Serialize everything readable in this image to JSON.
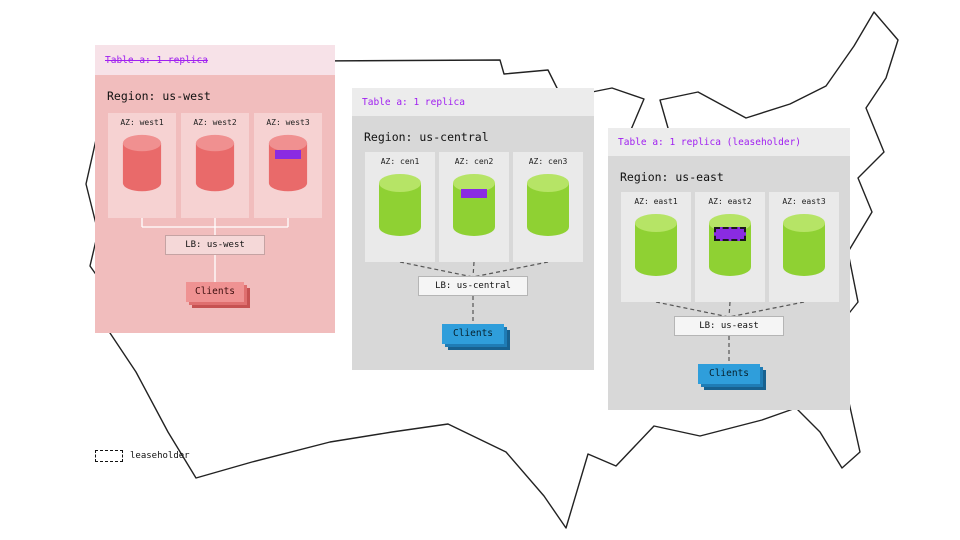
{
  "legend": {
    "label": "leaseholder"
  },
  "regions": [
    {
      "name": "us-west",
      "table_label": "Table a: 1 replica",
      "table_struck": true,
      "region_label": "Region: us-west",
      "azs": [
        {
          "label": "AZ: west1",
          "has_replica": false,
          "leaseholder": false
        },
        {
          "label": "AZ: west2",
          "has_replica": false,
          "leaseholder": false
        },
        {
          "label": "AZ: west3",
          "has_replica": true,
          "leaseholder": false
        }
      ],
      "lb_label": "LB: us-west",
      "clients_label": "Clients"
    },
    {
      "name": "us-central",
      "table_label": "Table a: 1 replica",
      "table_struck": false,
      "region_label": "Region: us-central",
      "azs": [
        {
          "label": "AZ: cen1",
          "has_replica": false,
          "leaseholder": false
        },
        {
          "label": "AZ: cen2",
          "has_replica": true,
          "leaseholder": false
        },
        {
          "label": "AZ: cen3",
          "has_replica": false,
          "leaseholder": false
        }
      ],
      "lb_label": "LB: us-central",
      "clients_label": "Clients"
    },
    {
      "name": "us-east",
      "table_label": "Table a: 1 replica (leaseholder)",
      "table_struck": false,
      "region_label": "Region: us-east",
      "azs": [
        {
          "label": "AZ: east1",
          "has_replica": false,
          "leaseholder": false
        },
        {
          "label": "AZ: east2",
          "has_replica": true,
          "leaseholder": true
        },
        {
          "label": "AZ: east3",
          "has_replica": false,
          "leaseholder": false
        }
      ],
      "lb_label": "LB: us-east",
      "clients_label": "Clients"
    }
  ],
  "colors": {
    "purple-text": "#a020f0",
    "replica-purple": "#8a2be2",
    "west-header-bg": "#f7e2e8",
    "west-panel-bg": "#f1bdbd",
    "west-az-bg": "#f6d2d2",
    "west-cyl-body": "#e96a6a",
    "west-cyl-top": "#f09090",
    "west-lb-bg": "#f5d8d8",
    "west-clients-bg": "#ef9292",
    "west-clients-shadow1": "#df6f6f",
    "west-clients-shadow2": "#c65252",
    "gray-header-bg": "#ececec",
    "gray-panel-bg": "#d8d8d8",
    "gray-az-bg": "#eaeaea",
    "green-cyl-body": "#8fd133",
    "green-cyl-top": "#b6e466",
    "gray-lb-bg": "#f5f5f5",
    "clients-blue": "#2f9edb",
    "clients-blue-shadow1": "#1f7cb5",
    "clients-blue-shadow2": "#176190",
    "border-gray": "#b5b5b5",
    "line-dash": "#555555",
    "map-stroke": "#222222"
  }
}
